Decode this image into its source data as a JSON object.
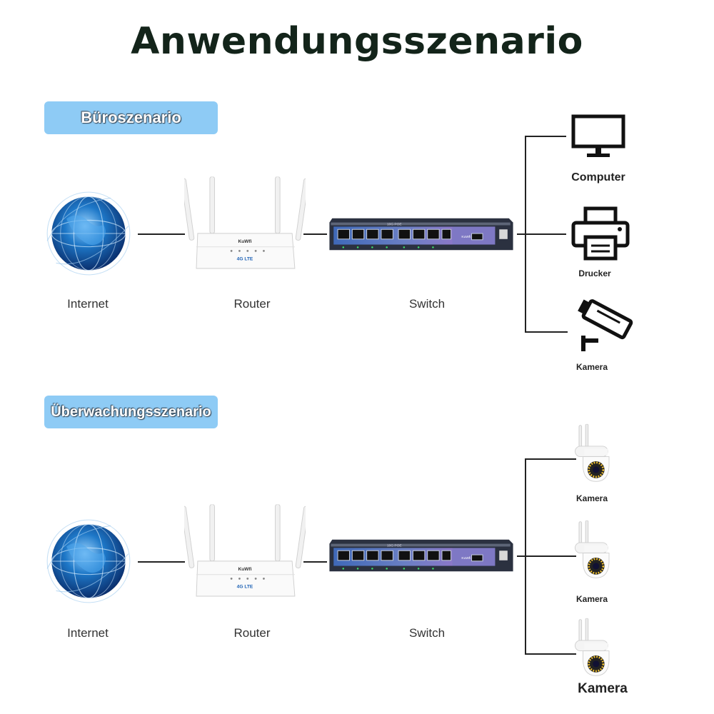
{
  "title": "Anwendungsszenario",
  "office": {
    "badge": "Büroszenario",
    "internet_label": "Internet",
    "router_label": "Router",
    "switch_label": "Switch",
    "devices": {
      "computer": "Computer",
      "printer": "Drucker",
      "camera": "Kamera"
    }
  },
  "surveillance": {
    "badge": "Überwachungsszenario",
    "internet_label": "Internet",
    "router_label": "Router",
    "switch_label": "Switch",
    "cameras": [
      "Kamera",
      "Kamera",
      "Kamera"
    ]
  },
  "device_text": {
    "router_brand": "KuWfi",
    "router_model": "4G LTE",
    "switch_model": "10G POE",
    "switch_brand": "KuWfi"
  },
  "colors": {
    "badge_bg": "#8ecbf5",
    "title": "#13241a",
    "globe": "#1e78c8",
    "switch_body": "#2b3140",
    "switch_panel": "#4a6fb5"
  },
  "icons": [
    "globe-icon",
    "router-icon",
    "switch-icon",
    "monitor-icon",
    "printer-icon",
    "cctv-camera-icon",
    "ptz-camera-icon"
  ]
}
